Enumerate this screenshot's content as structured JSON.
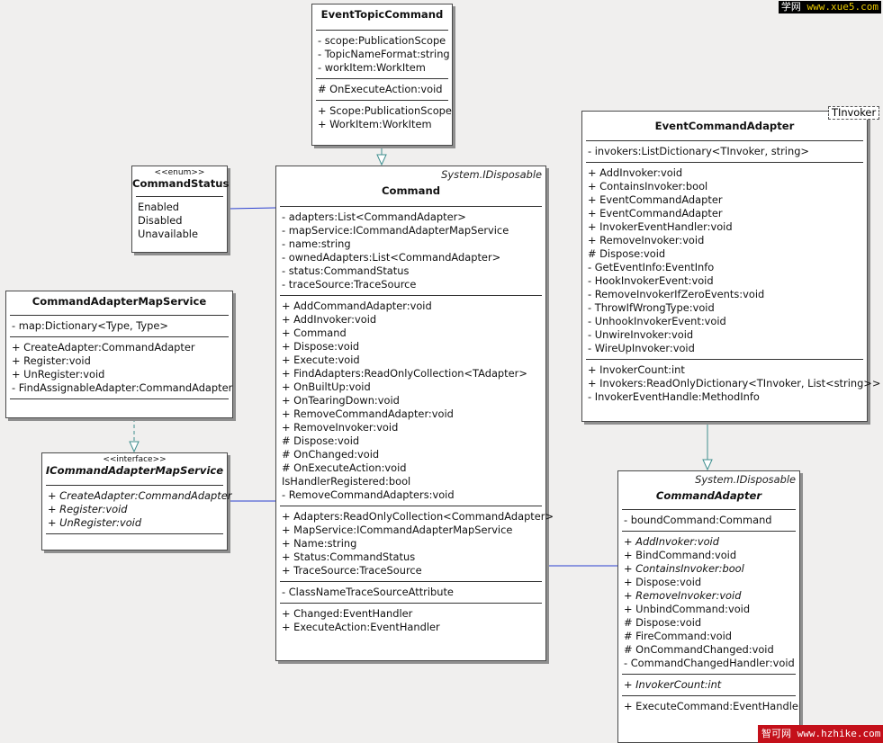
{
  "watermark_top": {
    "a": "学网",
    "b": "www.xue5.com"
  },
  "watermark_bottom": {
    "a": "智可网",
    "b": "www.hzhike.com"
  },
  "event_topic_command": {
    "title": "EventTopicCommand",
    "fields": [
      "- scope:PublicationScope",
      "- TopicNameFormat:string",
      "- workItem:WorkItem"
    ],
    "methods": [
      "# OnExecuteAction:void"
    ],
    "properties": [
      "+ Scope:PublicationScope",
      "+ WorkItem:WorkItem"
    ]
  },
  "command_status": {
    "stereotype": "<<enum>>",
    "title": "CommandStatus",
    "values": [
      "Enabled",
      "Disabled",
      "Unavailable"
    ]
  },
  "command": {
    "stereotype": "System.IDisposable",
    "title": "Command",
    "fields": [
      "- adapters:List<CommandAdapter>",
      "- mapService:ICommandAdapterMapService",
      "- name:string",
      "- ownedAdapters:List<CommandAdapter>",
      "- status:CommandStatus",
      "- traceSource:TraceSource"
    ],
    "methods": [
      "+ AddCommandAdapter:void",
      "+ AddInvoker:void",
      "+ Command",
      "+ Dispose:void",
      "+ Execute:void",
      "+ FindAdapters:ReadOnlyCollection<TAdapter>",
      "+ OnBuiltUp:void",
      "+ OnTearingDown:void",
      "+ RemoveCommandAdapter:void",
      "+ RemoveInvoker:void",
      "# Dispose:void",
      "# OnChanged:void",
      "# OnExecuteAction:void",
      "IsHandlerRegistered:bool",
      "- RemoveCommandAdapters:void"
    ],
    "properties": [
      "+ Adapters:ReadOnlyCollection<CommandAdapter>",
      "+ MapService:ICommandAdapterMapService",
      "+ Name:string",
      "+ Status:CommandStatus",
      "+ TraceSource:TraceSource"
    ],
    "attributes": [
      "- ClassNameTraceSourceAttribute"
    ],
    "events": [
      "+ Changed:EventHandler",
      "+ ExecuteAction:EventHandler"
    ]
  },
  "map_service": {
    "title": "CommandAdapterMapService",
    "fields": [
      "- map:Dictionary<Type, Type>"
    ],
    "methods": [
      "+ CreateAdapter:CommandAdapter",
      "+ Register:void",
      "+ UnRegister:void",
      "- FindAssignableAdapter:CommandAdapter"
    ]
  },
  "imap_service": {
    "stereotype": "<<interface>>",
    "title": "ICommandAdapterMapService",
    "methods": [
      "+ CreateAdapter:CommandAdapter",
      "+ Register:void",
      "+ UnRegister:void"
    ]
  },
  "event_command_adapter": {
    "template_param": "TInvoker",
    "title": "EventCommandAdapter",
    "fields": [
      "- invokers:ListDictionary<TInvoker, string>"
    ],
    "methods": [
      "+ AddInvoker:void",
      "+ ContainsInvoker:bool",
      "+ EventCommandAdapter",
      "+ EventCommandAdapter",
      "+ InvokerEventHandler:void",
      "+ RemoveInvoker:void",
      "# Dispose:void",
      "- GetEventInfo:EventInfo",
      "- HookInvokerEvent:void",
      "- RemoveInvokerIfZeroEvents:void",
      "- ThrowIfWrongType:void",
      "- UnhookInvokerEvent:void",
      "- UnwireInvoker:void",
      "- WireUpInvoker:void"
    ],
    "properties": [
      "+ InvokerCount:int",
      "+ Invokers:ReadOnlyDictionary<TInvoker, List<string>>",
      "- InvokerEventHandle:MethodInfo"
    ]
  },
  "command_adapter": {
    "stereotype": "System.IDisposable",
    "title": "CommandAdapter",
    "fields": [
      "- boundCommand:Command"
    ],
    "methods": [
      {
        "text": "+ AddInvoker:void",
        "italic": true
      },
      {
        "text": "+ BindCommand:void",
        "italic": false
      },
      {
        "text": "+ ContainsInvoker:bool",
        "italic": true
      },
      {
        "text": "+ Dispose:void",
        "italic": false
      },
      {
        "text": "+ RemoveInvoker:void",
        "italic": true
      },
      {
        "text": "+ UnbindCommand:void",
        "italic": false
      },
      {
        "text": "# Dispose:void",
        "italic": false
      },
      {
        "text": "# FireCommand:void",
        "italic": false
      },
      {
        "text": "# OnCommandChanged:void",
        "italic": false
      },
      {
        "text": "- CommandChangedHandler:void",
        "italic": false
      }
    ],
    "properties": [
      "+ InvokerCount:int"
    ],
    "events": [
      "+ ExecuteCommand:EventHandler"
    ]
  },
  "colors": {
    "association": "#2a3fd0",
    "generalization": "#3f8f8f"
  }
}
